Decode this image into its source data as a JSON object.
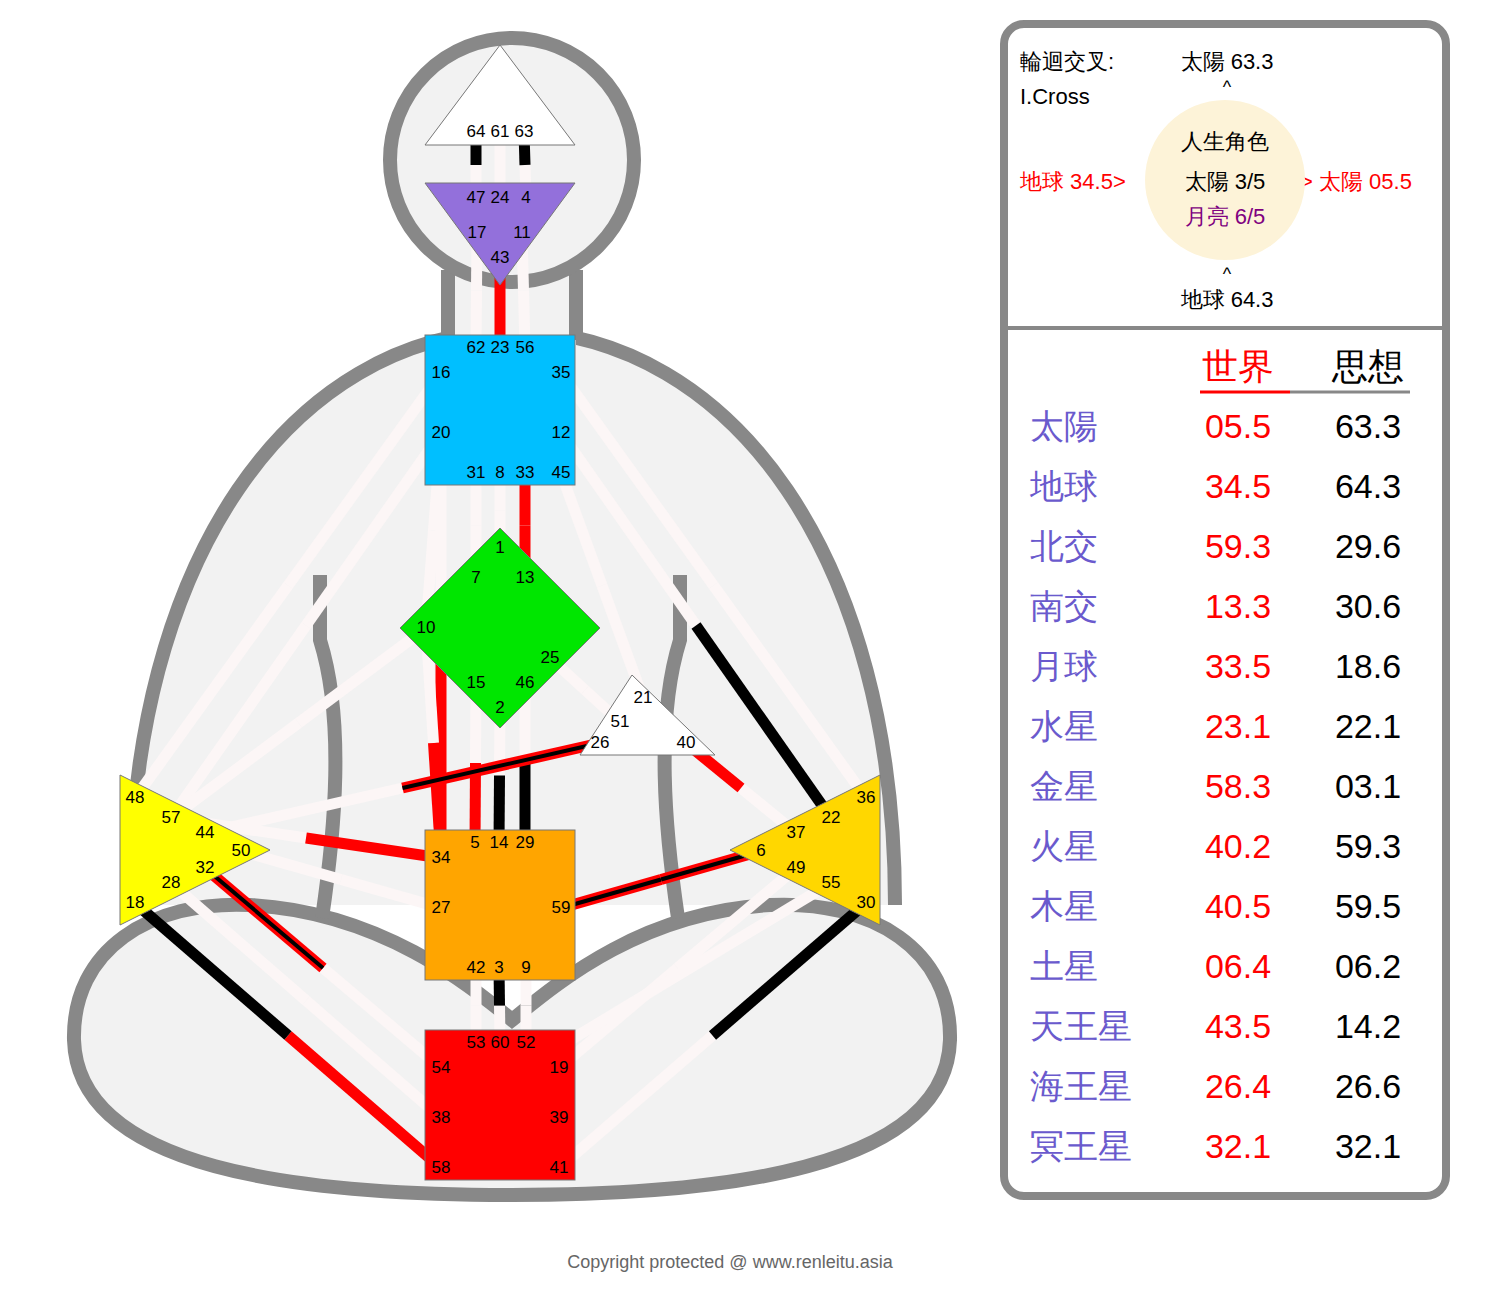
{
  "diagram": {
    "nodes": [
      {
        "text": [
          "64",
          "61",
          "63"
        ]
      },
      {
        "text": [
          "47",
          "24",
          "4",
          "17",
          "11",
          "43"
        ]
      },
      {
        "text": [
          "62",
          "23",
          "56",
          "16",
          "35",
          "20",
          "12",
          "31",
          "8",
          "33",
          "45"
        ]
      },
      {
        "text": [
          "1",
          "7",
          "13",
          "10",
          "25",
          "15",
          "46",
          "2"
        ]
      },
      {
        "text": [
          "21",
          "51",
          "26",
          "40"
        ]
      },
      {
        "text": [
          "48",
          "57",
          "44",
          "50",
          "32",
          "28",
          "18"
        ]
      },
      {
        "text": [
          "5",
          "14",
          "29",
          "34",
          "27",
          "59",
          "42",
          "3",
          "9"
        ]
      },
      {
        "text": [
          "36",
          "22",
          "37",
          "6",
          "49",
          "55",
          "30"
        ]
      },
      {
        "text": [
          "53",
          "60",
          "52",
          "54",
          "19",
          "38",
          "39",
          "58",
          "41"
        ]
      },
      {
        "text": [
          "輪迴交叉:",
          "I.Cross",
          "太陽 63.3",
          "^",
          "地球 34.5>",
          "> 太陽 05.5",
          "^",
          "地球 64.3",
          "世界",
          "思想",
          "太陽",
          "05.5",
          "63.3",
          "地球",
          "34.5",
          "64.3",
          "北交",
          "59.3",
          "29.6",
          "南交",
          "13.3",
          "30.6",
          "月球",
          "33.5",
          "18.6",
          "水星",
          "23.1",
          "22.1",
          "金星",
          "58.3",
          "03.1",
          "火星",
          "40.2",
          "59.3",
          "木星",
          "40.5",
          "59.5",
          "土星",
          "06.4",
          "06.2",
          "天王星",
          "43.5",
          "14.2",
          "海王星",
          "26.4",
          "26.6",
          "冥王星",
          "32.1",
          "32.1"
        ]
      },
      {
        "text": [
          "人生角色",
          "太陽 3/5",
          "月亮 6/5"
        ],
        "in": 9
      }
    ],
    "edges": [
      {
        "from": 0,
        "to": 1,
        "arrow": "none"
      },
      {
        "from": 0,
        "to": 1,
        "arrow": "none"
      },
      {
        "from": 0,
        "to": 1,
        "arrow": "none"
      },
      {
        "from": 1,
        "to": 2,
        "arrow": "none"
      },
      {
        "from": 1,
        "to": 2,
        "arrow": "none"
      },
      {
        "from": 1,
        "to": 2,
        "arrow": "none"
      },
      {
        "from": 2,
        "to": 5,
        "arrow": "none"
      },
      {
        "from": 2,
        "to": 5,
        "arrow": "none"
      },
      {
        "from": 2,
        "to": 6,
        "arrow": "none"
      },
      {
        "from": 2,
        "to": 3,
        "arrow": "none"
      },
      {
        "from": 2,
        "to": 3,
        "arrow": "none"
      },
      {
        "from": 2,
        "to": 3,
        "arrow": "none"
      },
      {
        "from": 2,
        "to": 3,
        "arrow": "none"
      },
      {
        "from": 2,
        "to": 4,
        "arrow": "none"
      },
      {
        "from": 2,
        "to": 7,
        "arrow": "none"
      },
      {
        "from": 2,
        "to": 7,
        "arrow": "none"
      },
      {
        "from": 3,
        "to": 5,
        "arrow": "none"
      },
      {
        "from": 3,
        "to": 6,
        "arrow": "none"
      },
      {
        "from": 3,
        "to": 4,
        "arrow": "none"
      },
      {
        "from": 3,
        "to": 6,
        "arrow": "none"
      },
      {
        "from": 3,
        "to": 6,
        "arrow": "none"
      },
      {
        "from": 3,
        "to": 6,
        "arrow": "none"
      },
      {
        "from": 4,
        "to": 5,
        "arrow": "none"
      },
      {
        "from": 4,
        "to": 7,
        "arrow": "none"
      },
      {
        "from": 5,
        "to": 6,
        "arrow": "none"
      },
      {
        "from": 5,
        "to": 6,
        "arrow": "none"
      },
      {
        "from": 5,
        "to": 8,
        "arrow": "none"
      },
      {
        "from": 5,
        "to": 8,
        "arrow": "none"
      },
      {
        "from": 5,
        "to": 8,
        "arrow": "none"
      },
      {
        "from": 6,
        "to": 7,
        "arrow": "none"
      },
      {
        "from": 6,
        "to": 8,
        "arrow": "none"
      },
      {
        "from": 6,
        "to": 8,
        "arrow": "none"
      },
      {
        "from": 6,
        "to": 8,
        "arrow": "none"
      },
      {
        "from": 7,
        "to": 8,
        "arrow": "none"
      },
      {
        "from": 7,
        "to": 8,
        "arrow": "none"
      },
      {
        "from": 7,
        "to": 8,
        "arrow": "none"
      }
    ],
    "labels": [
      "Copyright protected @ www.renleitu.asia"
    ]
  }
}
